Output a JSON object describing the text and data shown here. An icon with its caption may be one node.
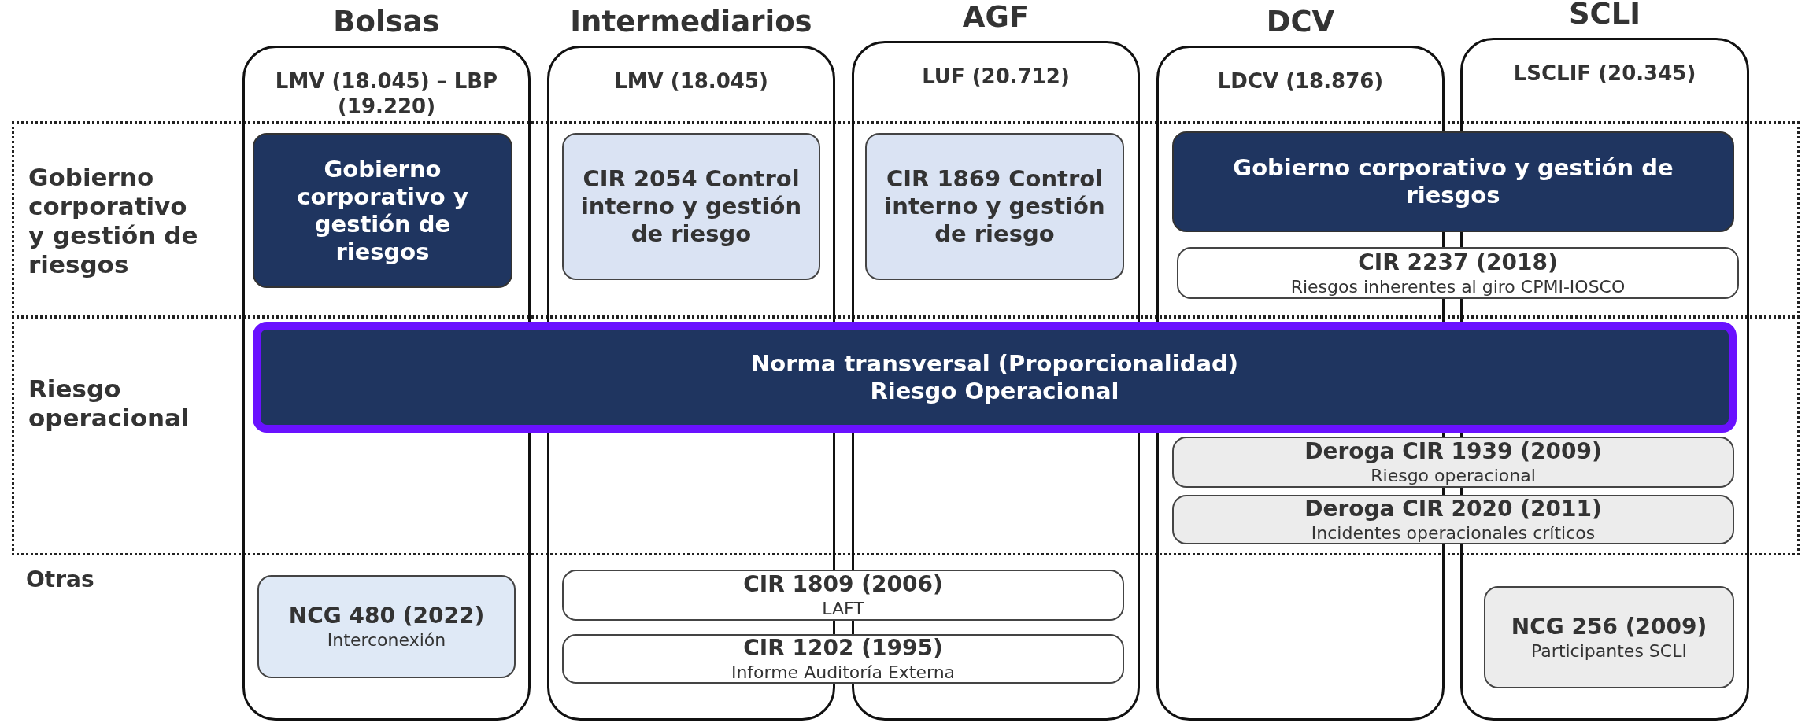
{
  "diagram": {
    "nodes": [
      {
        "text": [
          "Bolsas",
          "LMV (18.045) – LBP (19.220)"
        ]
      },
      {
        "text": [
          "Intermediarios",
          "LMV (18.045)"
        ]
      },
      {
        "text": [
          "AGF",
          "LUF (20.712)"
        ]
      },
      {
        "text": [
          "DCV",
          "LDCV (18.876)"
        ]
      },
      {
        "text": [
          "SCLI",
          "LSCLIF (20.345)"
        ]
      },
      {
        "text": [
          "Gobierno corporativo y gestión de riesgos"
        ]
      },
      {
        "text": [
          "Riesgo operacional"
        ]
      },
      {
        "text": [
          "Gobierno corporativo y gestión de riesgos"
        ]
      },
      {
        "text": [
          "CIR 2054 Control interno y gestión de riesgo"
        ]
      },
      {
        "text": [
          "CIR 1869 Control interno y gestión de riesgo"
        ]
      },
      {
        "text": [
          "Gobierno corporativo y gestión de riesgos"
        ],
        "in": 5
      },
      {
        "text": [
          "CIR 2237 (2018)",
          "Riesgos inherentes al giro CPMI-IOSCO"
        ],
        "in": 5
      },
      {
        "text": [
          "Norma transversal (Proporcionalidad)",
          "Riesgo Operacional"
        ],
        "in": 6
      },
      {
        "text": [
          "Deroga CIR 1939 (2009)",
          "Riesgo operacional"
        ],
        "in": 6
      },
      {
        "text": [
          "Deroga CIR 2020 (2011)",
          "Incidentes operacionales críticos"
        ],
        "in": 6
      },
      {
        "text": [
          "NCG 480 (2022)",
          "Interconexión"
        ],
        "in": 0
      },
      {
        "text": [
          "CIR 1809 (2006)",
          "LAFT"
        ]
      },
      {
        "text": [
          "CIR 1202 (1995)",
          "Informe Auditoría Externa"
        ]
      },
      {
        "text": [
          "NCG 256 (2009)",
          "Participantes SCLI"
        ],
        "in": 4
      }
    ],
    "labels": [
      "Otras"
    ]
  }
}
